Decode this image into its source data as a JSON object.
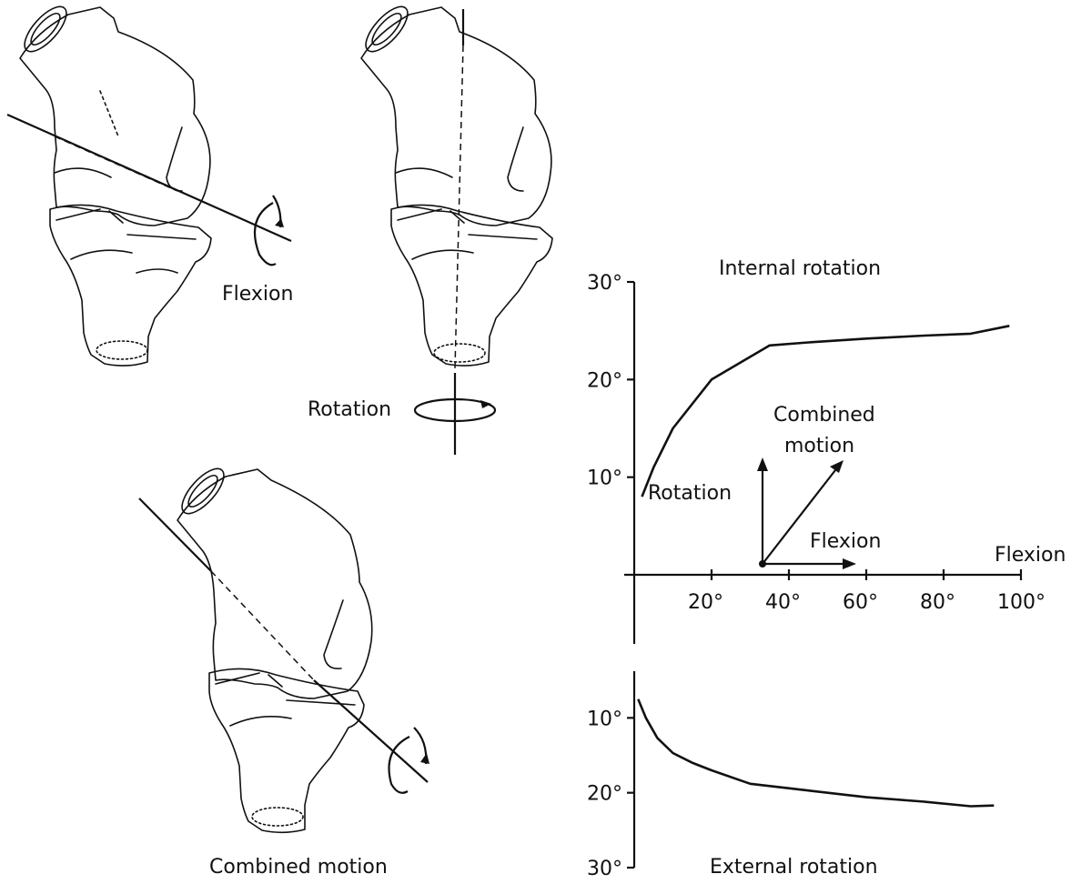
{
  "labels": {
    "flexion_axis_knee": "Flexion",
    "rotation_axis_knee": "Rotation",
    "combined_motion_caption": "Combined motion",
    "internal_rotation": "Internal rotation",
    "external_rotation": "External rotation",
    "x_axis_label": "Flexion",
    "inset_rotation": "Rotation",
    "inset_flexion": "Flexion",
    "inset_combined_line1": "Combined",
    "inset_combined_line2": "motion"
  },
  "chart_data": {
    "type": "line",
    "xlabel": "Flexion",
    "x_ticks": [
      "20°",
      "40°",
      "60°",
      "80°",
      "100°"
    ],
    "x_tick_values": [
      20,
      40,
      60,
      80,
      100
    ],
    "y_ticks_internal": [
      "10°",
      "20°",
      "30°"
    ],
    "y_ticks_internal_values": [
      10,
      20,
      30
    ],
    "y_ticks_external": [
      "10°",
      "20°",
      "30°"
    ],
    "y_ticks_external_values": [
      10,
      20,
      30
    ],
    "xlim": [
      0,
      100
    ],
    "ylim_internal": [
      0,
      30
    ],
    "ylim_external": [
      0,
      30
    ],
    "series": [
      {
        "name": "Internal rotation",
        "x": [
          2,
          5,
          10,
          20,
          35,
          45,
          60,
          75,
          87,
          97
        ],
        "y": [
          8,
          11,
          15,
          20,
          23.5,
          23.8,
          24.2,
          24.5,
          24.7,
          25.5
        ]
      },
      {
        "name": "External rotation",
        "x": [
          1,
          3,
          6,
          10,
          15,
          20,
          30,
          45,
          60,
          75,
          87,
          93
        ],
        "y": [
          7.5,
          10,
          12.7,
          14.7,
          16,
          17,
          18.8,
          19.7,
          20.6,
          21.2,
          21.8,
          21.7
        ]
      }
    ]
  }
}
